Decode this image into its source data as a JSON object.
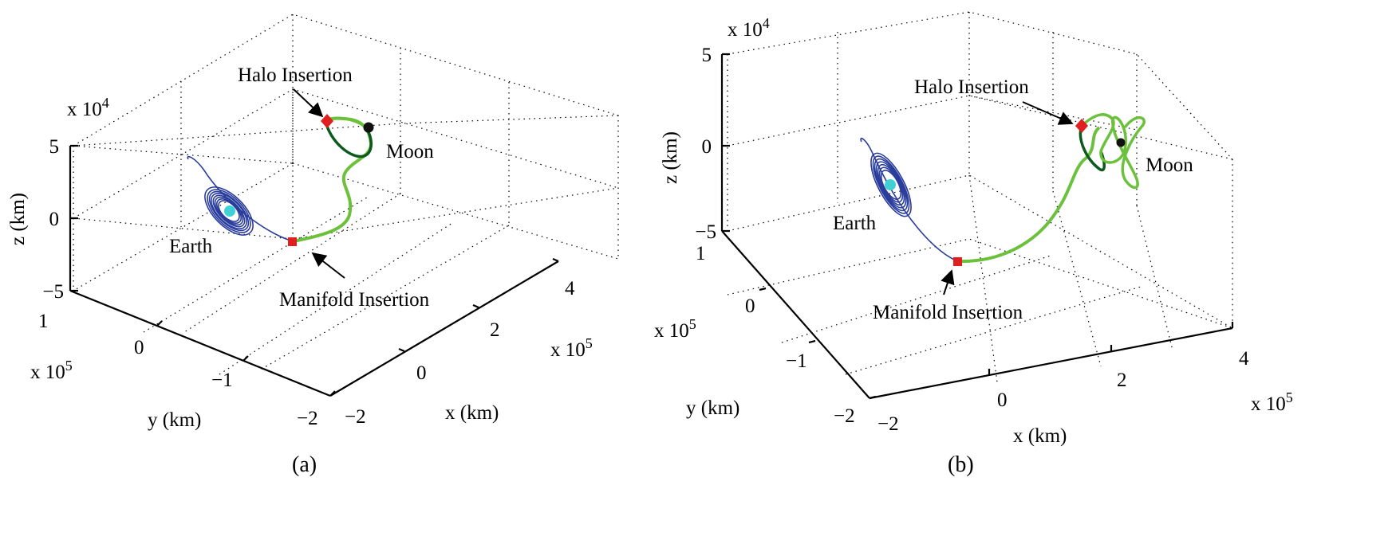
{
  "panels": [
    {
      "caption": "(a)",
      "x_label": "x (km)",
      "y_label": "y (km)",
      "z_label": "z (km)",
      "x_scale": "x 10^5",
      "y_scale": "x 10^5",
      "z_scale": "x 10^4",
      "x_ticks": [
        "−2",
        "0",
        "2",
        "4"
      ],
      "y_ticks": [
        "1",
        "0",
        "−1",
        "−2"
      ],
      "z_ticks": [
        "5",
        "0",
        "−5"
      ],
      "annotations": {
        "halo": "Halo Insertion",
        "manifold": "Manifold Insertion",
        "earth": "Earth",
        "moon": "Moon"
      }
    },
    {
      "caption": "(b)",
      "x_label": "x (km)",
      "y_label": "y (km)",
      "z_label": "z (km)",
      "x_scale": "x 10^5",
      "y_scale": "x 10^5",
      "z_scale": "x 10^4",
      "x_ticks": [
        "−2",
        "0",
        "2",
        "4"
      ],
      "y_ticks": [
        "1",
        "0",
        "−1",
        "−2"
      ],
      "z_ticks": [
        "5",
        "0",
        "−5"
      ],
      "annotations": {
        "halo": "Halo Insertion",
        "manifold": "Manifold Insertion",
        "earth": "Earth",
        "moon": "Moon"
      }
    }
  ],
  "chart_data": [
    {
      "type": "line",
      "projection": "3d",
      "x_range": [
        -200000.0,
        400000.0
      ],
      "y_range": [
        -200000.0,
        100000.0
      ],
      "z_range": [
        -50000.0,
        50000.0
      ],
      "series": [
        {
          "color": "#2a3d9c"
        },
        {
          "color": "#6cc13c"
        },
        {
          "color": "#0d5a1f"
        }
      ],
      "markers": [
        {
          "color": "#e02020",
          "shape": "square"
        },
        {
          "color": "#e02020",
          "shape": "diamond"
        },
        {
          "color": "#111111",
          "shape": "circle"
        },
        {
          "color": "#3fd1d6",
          "shape": "circle"
        }
      ]
    },
    {
      "type": "line",
      "projection": "3d",
      "x_range": [
        -200000.0,
        400000.0
      ],
      "y_range": [
        -200000.0,
        100000.0
      ],
      "z_range": [
        -50000.0,
        50000.0
      ],
      "series": [
        {
          "color": "#2a3d9c"
        },
        {
          "color": "#6cc13c"
        },
        {
          "color": "#0d5a1f"
        }
      ],
      "markers": [
        {
          "color": "#e02020",
          "shape": "square"
        },
        {
          "color": "#e02020",
          "shape": "diamond"
        },
        {
          "color": "#111111",
          "shape": "circle"
        },
        {
          "color": "#3fd1d6",
          "shape": "circle"
        }
      ]
    }
  ]
}
